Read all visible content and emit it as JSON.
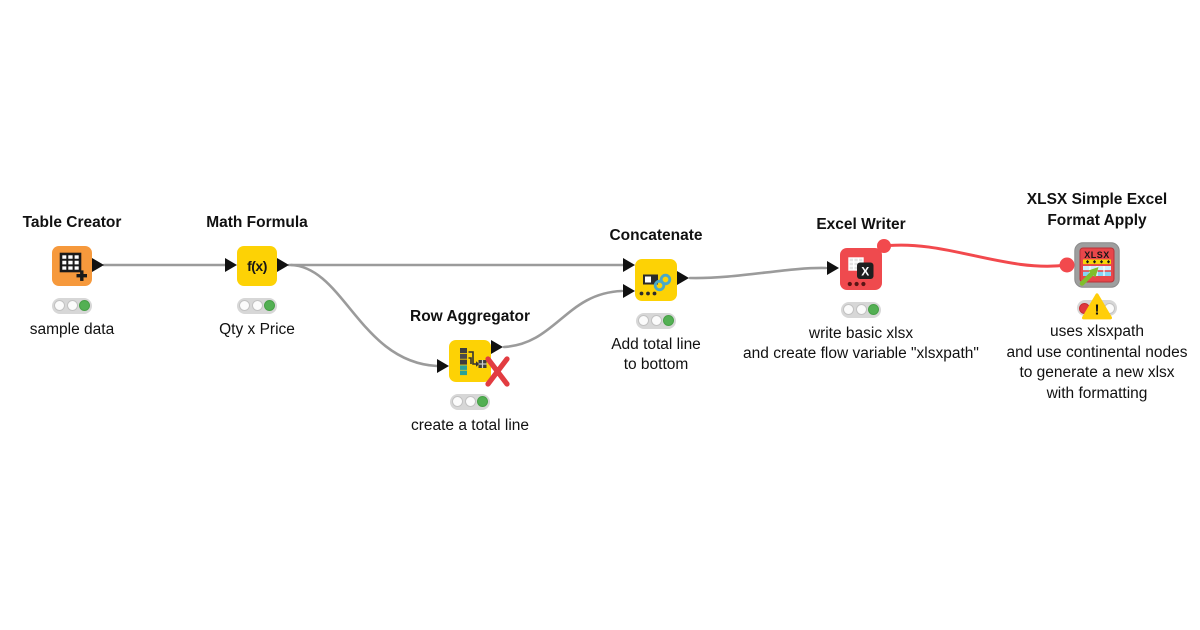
{
  "workflow": {
    "nodes": [
      {
        "id": "table-creator",
        "title_lines": [
          "Table Creator"
        ],
        "label_lines": [
          "sample data"
        ],
        "node_color": "#F6993C",
        "status": "executed",
        "icon": "table-plus-icon"
      },
      {
        "id": "math-formula",
        "title_lines": [
          "Math Formula"
        ],
        "label_lines": [
          "Qty x Price"
        ],
        "node_color": "#FDD205",
        "status": "executed",
        "icon": "fx-icon",
        "icon_text": "f(x)"
      },
      {
        "id": "row-aggregator",
        "title_lines": [
          "Row Aggregator"
        ],
        "label_lines": [
          "create a total line"
        ],
        "node_color": "#FDD205",
        "status": "executed",
        "icon": "row-aggregate-icon",
        "marker": "red-x"
      },
      {
        "id": "concatenate",
        "title_lines": [
          "Concatenate"
        ],
        "label_lines": [
          "Add total line",
          "to bottom"
        ],
        "node_color": "#FDD205",
        "status": "executed",
        "icon": "concatenate-icon"
      },
      {
        "id": "excel-writer",
        "title_lines": [
          "Excel Writer"
        ],
        "label_lines": [
          "write basic xlsx",
          "and create flow variable \"xlsxpath\""
        ],
        "node_color": "#EF4A4E",
        "status": "executed",
        "icon": "excel-writer-icon",
        "icon_text": "X"
      },
      {
        "id": "xlsx-simple-excel-format-apply",
        "title_lines": [
          "XLSX Simple Excel",
          "Format Apply"
        ],
        "label_lines": [
          "uses xlsxpath",
          "and use continental nodes",
          "to generate a new xlsx",
          "with formatting"
        ],
        "node_color": "#9E9E9E",
        "status": "error-warning",
        "icon": "xlsx-format-component-icon",
        "icon_text": "XLSX"
      }
    ],
    "connections": [
      {
        "from": "table-creator",
        "to": "math-formula",
        "kind": "data"
      },
      {
        "from": "math-formula",
        "to": "concatenate",
        "kind": "data"
      },
      {
        "from": "math-formula",
        "to": "row-aggregator",
        "kind": "data"
      },
      {
        "from": "row-aggregator",
        "to": "concatenate",
        "kind": "data"
      },
      {
        "from": "concatenate",
        "to": "excel-writer",
        "kind": "data"
      },
      {
        "from": "excel-writer",
        "to": "xlsx-simple-excel-format-apply",
        "kind": "flow-variable"
      }
    ],
    "colors": {
      "wire": "#9B9B9B",
      "flow_variable_wire": "#F2494D",
      "node_yellow": "#FDD205",
      "node_orange": "#F6993C",
      "node_red": "#EF4A4E",
      "component_gray": "#9E9E9E",
      "status_green": "#53B053",
      "status_red": "#E0393F",
      "warning_yellow": "#FFCE0A",
      "error_x_red": "#E23C41"
    }
  }
}
